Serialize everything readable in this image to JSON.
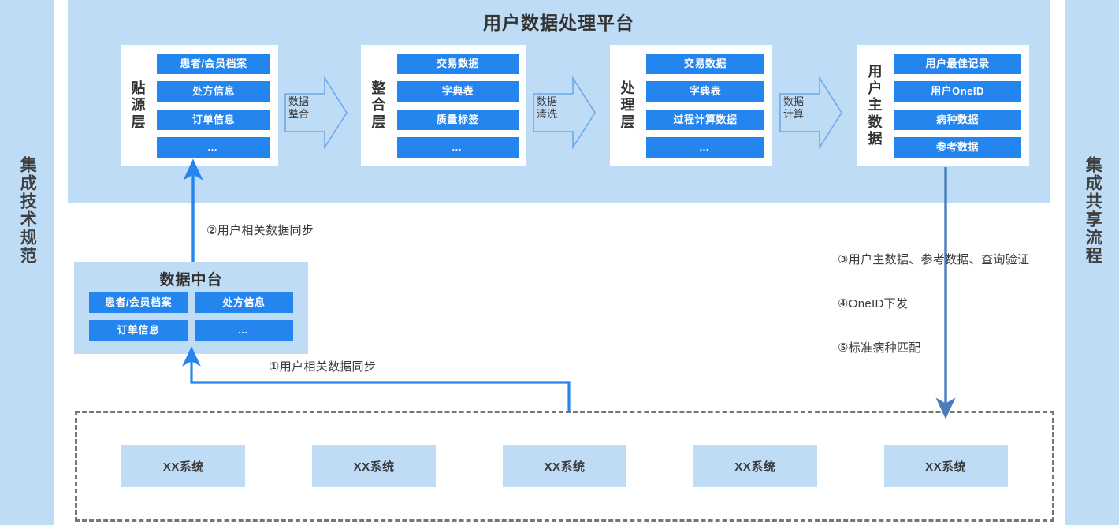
{
  "rails": {
    "left": "集成技术规范",
    "right": "集成共享流程"
  },
  "banner": {
    "title": "用户数据处理平台",
    "bg_color": "#bfdcf7"
  },
  "layers": [
    {
      "name_chars": [
        "贴",
        "源",
        "层"
      ],
      "items": [
        "患者/会员档案",
        "处方信息",
        "订单信息",
        "…"
      ]
    },
    {
      "name_chars": [
        "整",
        "合",
        "层"
      ],
      "items": [
        "交易数据",
        "字典表",
        "质量标签",
        "…"
      ]
    },
    {
      "name_chars": [
        "处",
        "理",
        "层"
      ],
      "items": [
        "交易数据",
        "字典表",
        "过程计算数据",
        "…"
      ]
    },
    {
      "name_chars": [
        "用",
        "户",
        "主",
        "数",
        "据"
      ],
      "items": [
        "用户最佳记录",
        "用户OneID",
        "病种数据",
        "参考数据"
      ]
    }
  ],
  "block_arrows": [
    {
      "lines": [
        "数据",
        "整合"
      ]
    },
    {
      "lines": [
        "数据",
        "清洗"
      ]
    },
    {
      "lines": [
        "数据",
        "计算"
      ]
    }
  ],
  "data_platform": {
    "title": "数据中台",
    "items": [
      "患者/会员档案",
      "处方信息",
      "订单信息",
      "…"
    ]
  },
  "source_systems": {
    "items": [
      "XX系统",
      "XX系统",
      "XX系统",
      "XX系统",
      "XX系统"
    ]
  },
  "flow_labels": {
    "step1": "①用户相关数据同步",
    "step2": "②用户相关数据同步",
    "step3": "③用户主数据、参考数据、查询验证",
    "step4": "④OneID下发",
    "step5": "⑤标准病种匹配"
  },
  "colors": {
    "chip_blue": "#2585ee",
    "light_blue": "#bfdcf7",
    "connector_blue": "#2585ee",
    "steel_blue": "#4a7ebb",
    "dashed_gray": "#767676"
  }
}
